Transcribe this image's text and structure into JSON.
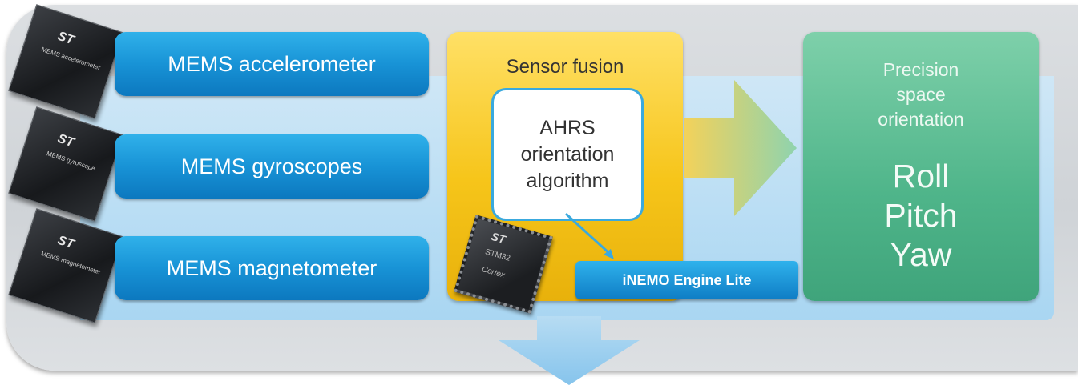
{
  "sensors": [
    {
      "label": "MEMS accelerometer",
      "chip_logo": "ST",
      "chip_caption": "MEMS accelerometer"
    },
    {
      "label": "MEMS gyroscopes",
      "chip_logo": "ST",
      "chip_caption": "MEMS gyroscope"
    },
    {
      "label": "MEMS magnetometer",
      "chip_logo": "ST",
      "chip_caption": "MEMS magnetometer"
    }
  ],
  "fusion": {
    "title": "Sensor fusion",
    "bubble_line1": "AHRS",
    "bubble_line2": "orientation",
    "bubble_line3": "algorithm",
    "mcu_logo": "ST",
    "mcu_name": "STM32",
    "mcu_core": "Cortex"
  },
  "engine_label": "iNEMO Engine Lite",
  "output": {
    "title_line1": "Precision",
    "title_line2": "space",
    "title_line3": "orientation",
    "roll": "Roll",
    "pitch": "Pitch",
    "yaw": "Yaw"
  },
  "colors": {
    "sensor_blue": "#1893d6",
    "fusion_yellow": "#f6c51a",
    "output_green": "#4fb58a",
    "band_blue": "#a9d6f2",
    "bubble_border": "#3aa9de"
  },
  "icons": [
    "st-chip-icon",
    "mcu-chip-icon",
    "right-arrow-icon",
    "down-arrow-icon"
  ]
}
